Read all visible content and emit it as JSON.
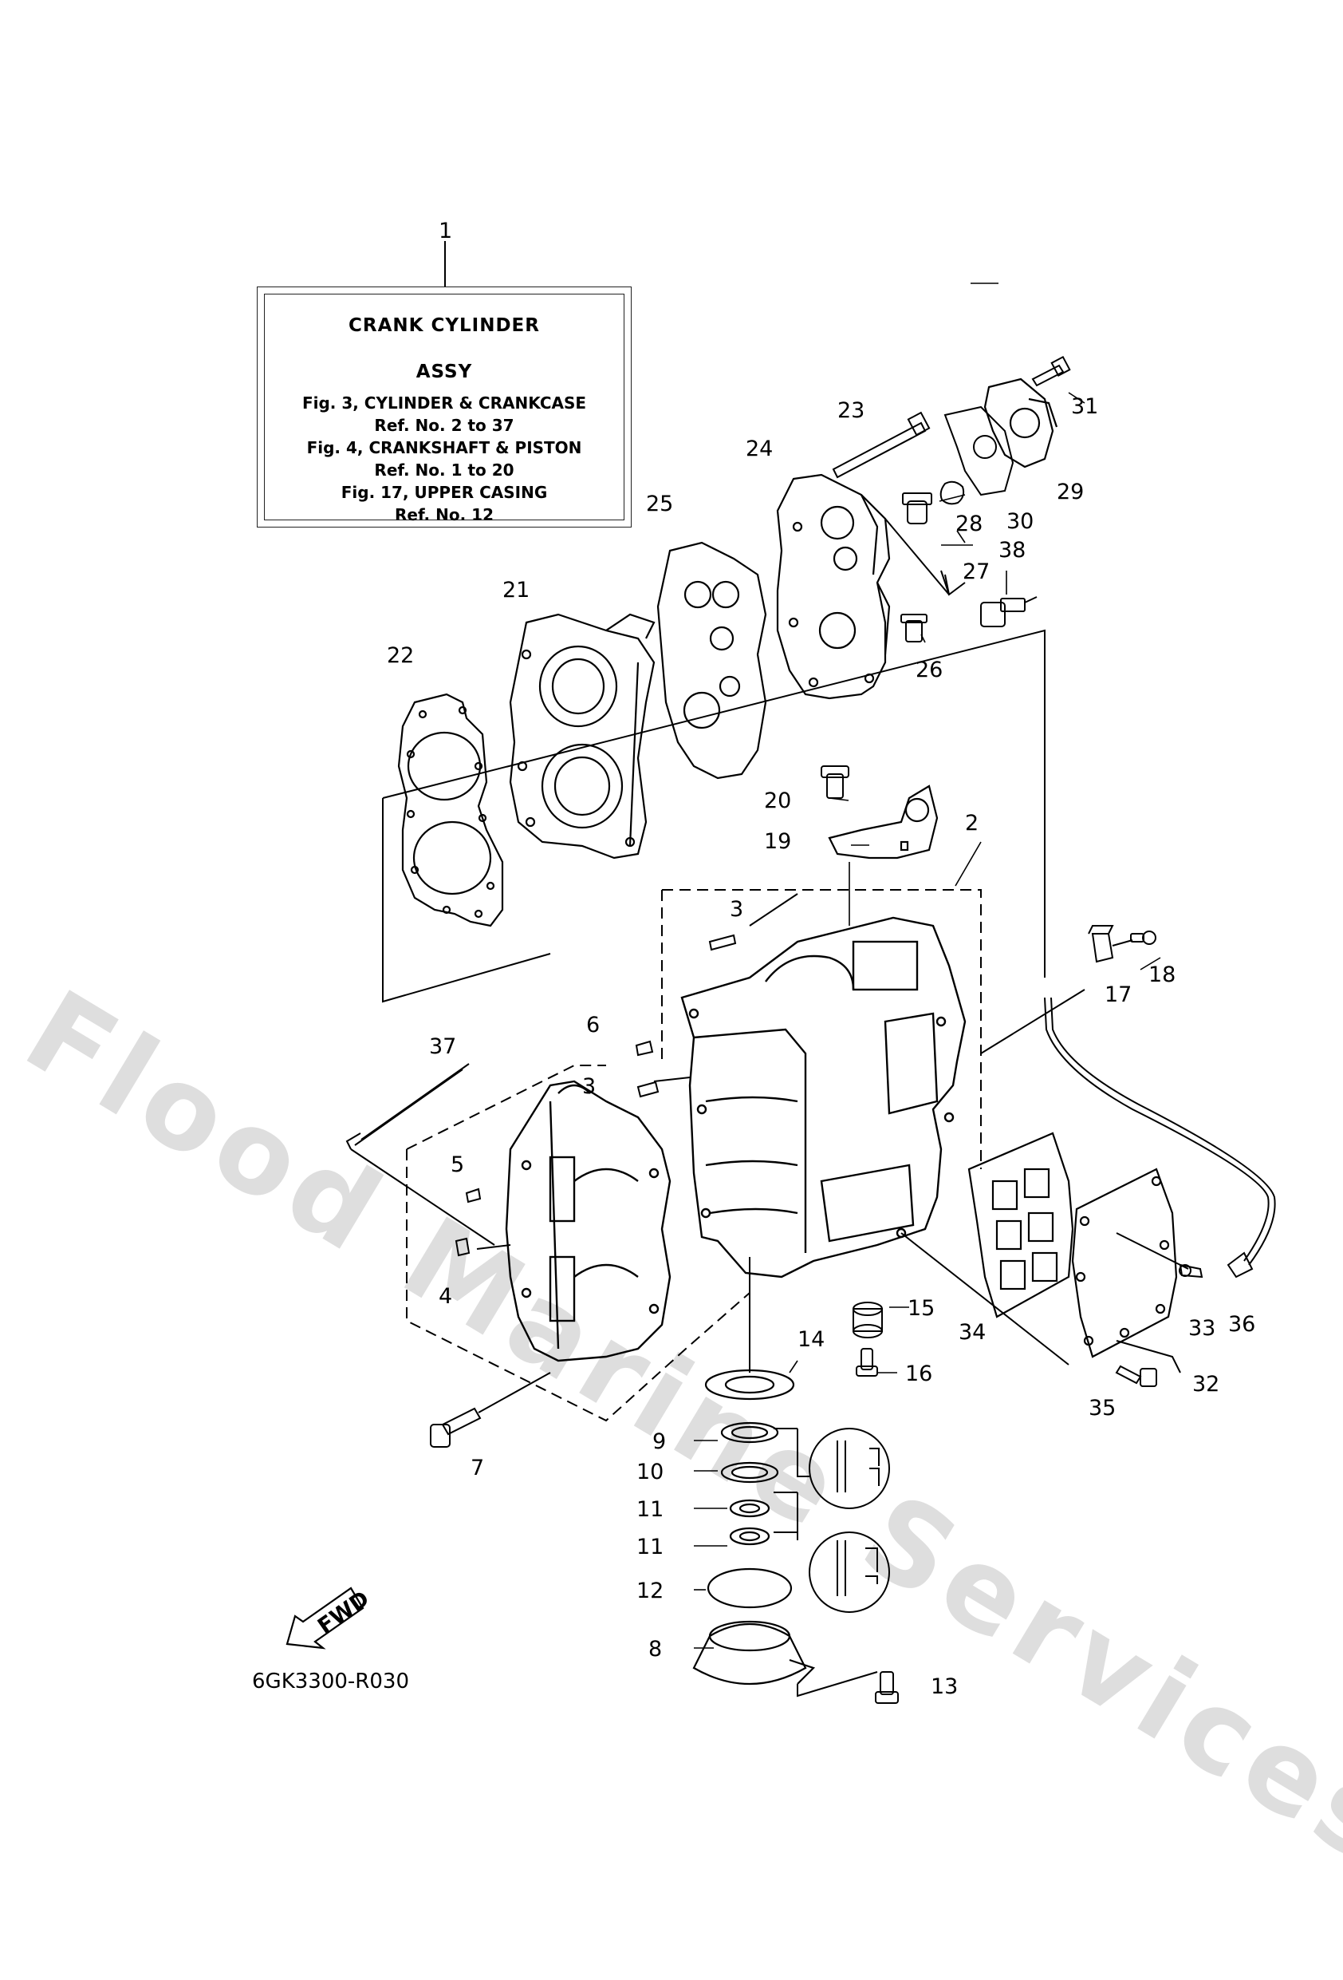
{
  "info_box": {
    "title_line1": "CRANK  CYLINDER",
    "title_line2": "ASSY",
    "lines": [
      "Fig. 3, CYLINDER & CRANKCASE",
      "Ref. No. 2 to 37",
      "Fig. 4, CRANKSHAFT & PISTON",
      "Ref. No. 1 to 20",
      "Fig. 17, UPPER CASING",
      "Ref. No. 12"
    ]
  },
  "watermark": "Flood Marine Services",
  "fwd_label": "FWD",
  "diagram_code": "6GK3300-R030",
  "part_numbers": [
    "1",
    "2",
    "3",
    "3",
    "4",
    "5",
    "6",
    "7",
    "8",
    "9",
    "10",
    "11",
    "11",
    "12",
    "13",
    "14",
    "15",
    "16",
    "17",
    "18",
    "19",
    "20",
    "21",
    "22",
    "23",
    "24",
    "25",
    "26",
    "27",
    "28",
    "29",
    "30",
    "31",
    "32",
    "33",
    "34",
    "35",
    "36",
    "37",
    "38"
  ]
}
